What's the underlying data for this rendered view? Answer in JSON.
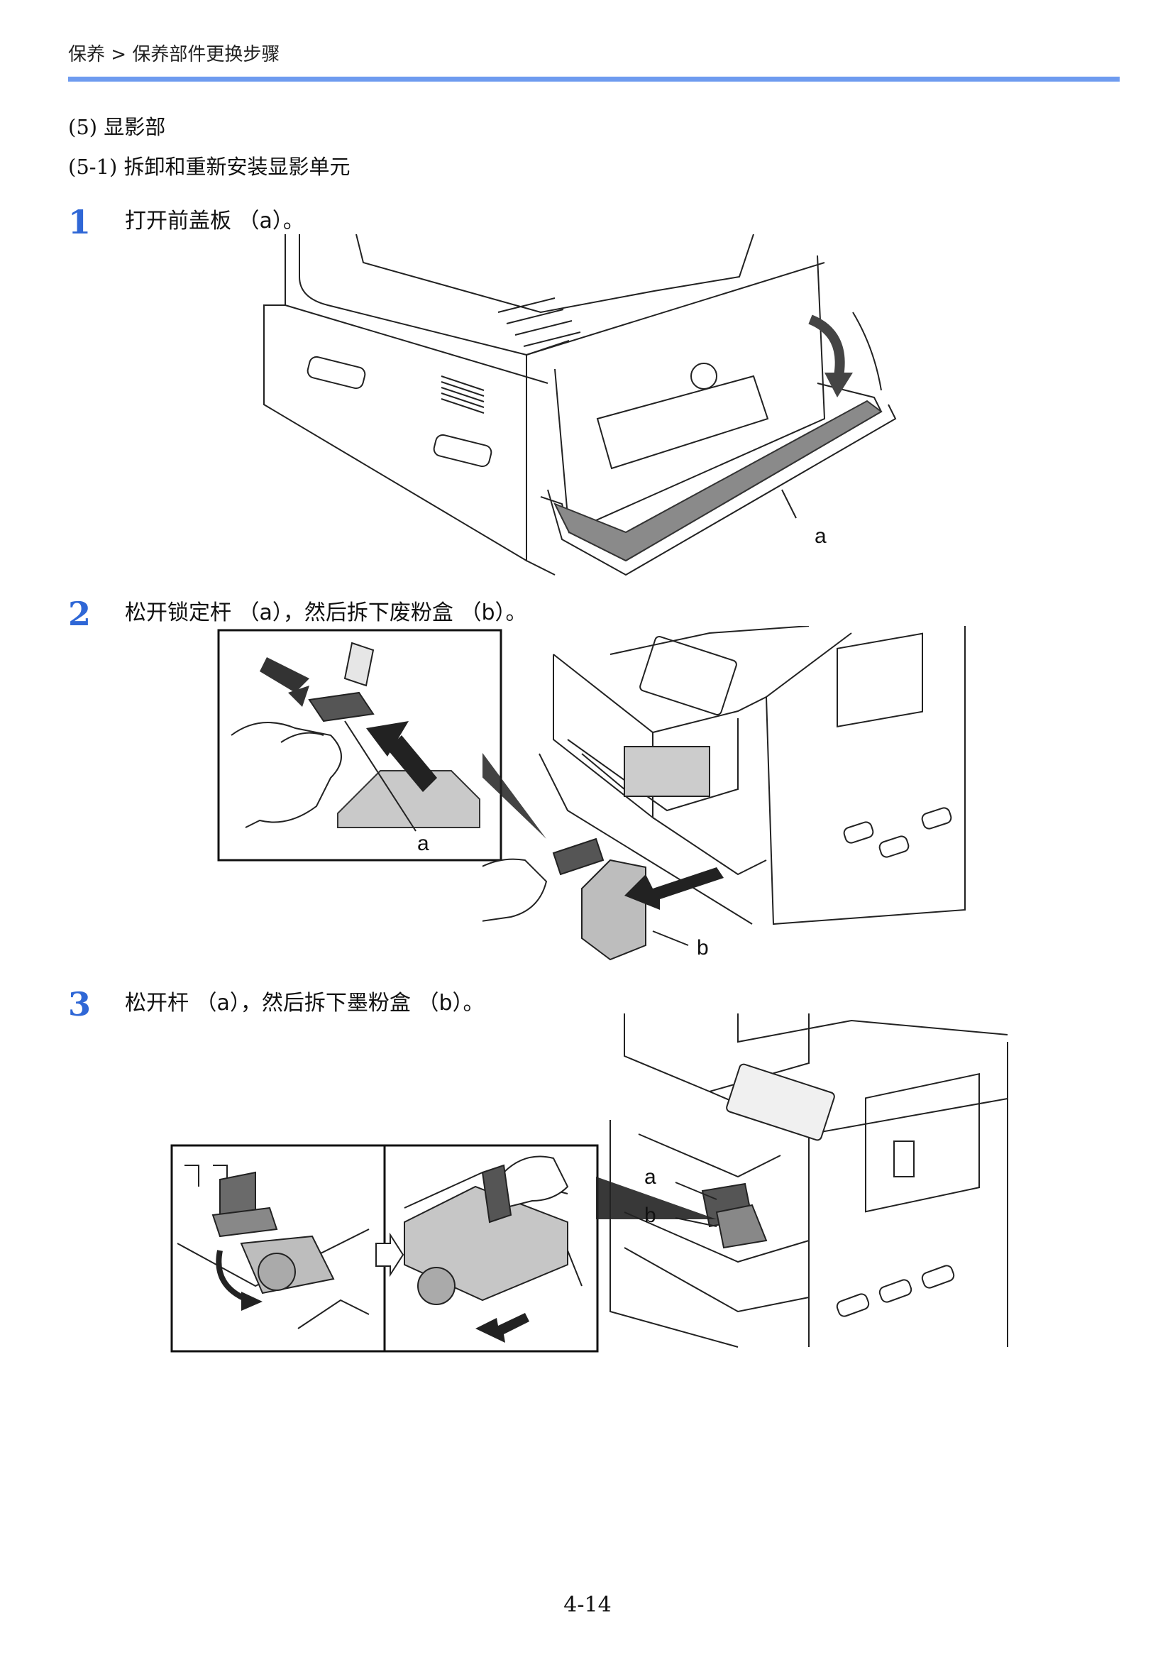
{
  "header": {
    "breadcrumb": "保养 > 保养部件更换步骤"
  },
  "section": {
    "title": "(5) 显影部",
    "subtitle": "(5-1) 拆卸和重新安装显影单元"
  },
  "steps": [
    {
      "number": "1",
      "text": "打开前盖板 （a）。",
      "callouts": [
        "a"
      ]
    },
    {
      "number": "2",
      "text": "松开锁定杆 （a），然后拆下废粉盒 （b）。",
      "callouts": [
        "a",
        "b"
      ]
    },
    {
      "number": "3",
      "text": "松开杆 （a），然后拆下墨粉盒 （b）。",
      "callouts": [
        "a",
        "b"
      ]
    }
  ],
  "footer": {
    "page_number": "4-14"
  },
  "colors": {
    "accent_rule": "#6e9bef",
    "step_number": "#2f67d6"
  }
}
